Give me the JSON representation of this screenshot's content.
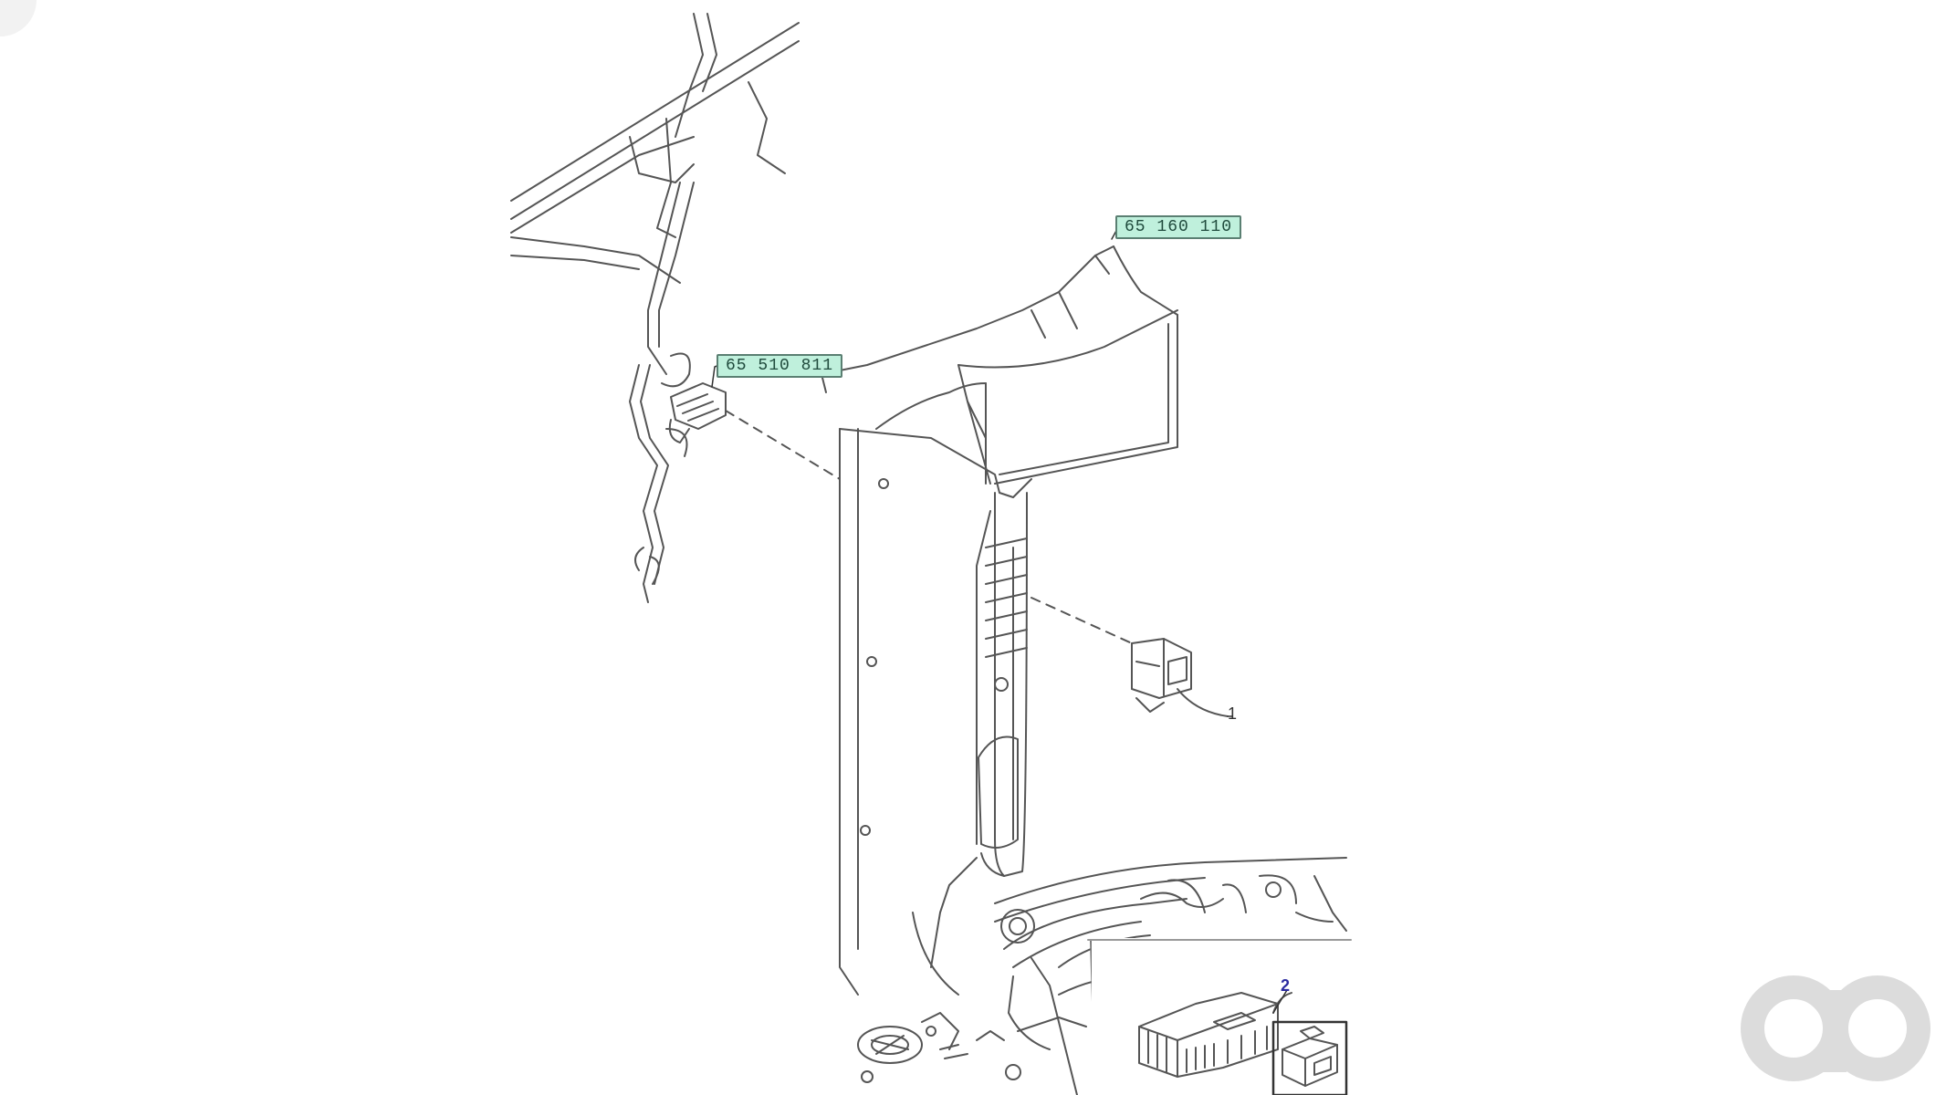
{
  "callouts": {
    "ref_top_right": "65 160 110",
    "ref_left": "65 510 811",
    "item_1": "1",
    "item_2": "2"
  },
  "watermark": {
    "icon": "logo-watermark-icon",
    "color": "#dcdcdc"
  },
  "colors": {
    "line": "#555555",
    "tag_fill": "#bff0dc",
    "tag_border": "#5a7f72",
    "item2_text": "#2a2aa0"
  }
}
